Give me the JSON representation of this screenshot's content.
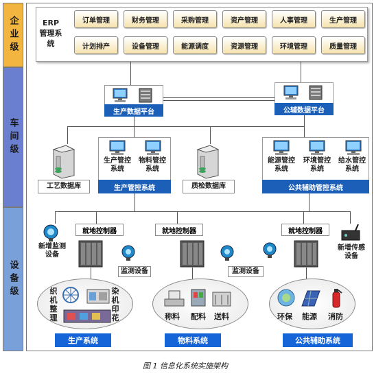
{
  "levels": {
    "enterprise": "企业级",
    "workshop": "车间级",
    "equipment": "设备级"
  },
  "level_colors": {
    "enterprise": "#f2b540",
    "workshop": "#6a7fd0",
    "equipment": "#7aa0da"
  },
  "erp": {
    "label": "ERP管理系统",
    "modules_row1": [
      "订单管理",
      "财务管理",
      "采购管理",
      "资产管理",
      "人事管理",
      "生产管理"
    ],
    "modules_row2": [
      "计划排产",
      "设备管理",
      "能源调度",
      "资源管理",
      "环境管理",
      "质量管理"
    ]
  },
  "platforms": {
    "production": "生产数据平台",
    "public_aux": "公辅数据平台"
  },
  "workshop": {
    "process_db": "工艺数据库",
    "production_control": "生产管控系统",
    "production_sub": [
      "生产管控系统",
      "物料管控系统"
    ],
    "quality_db": "质检数据库",
    "public_aux_control": "公共辅助管控系统",
    "public_aux_sub": [
      "能源管控系统",
      "环境管控系统",
      "给水管控系统"
    ]
  },
  "equipment": {
    "controller_label": "就地控制器",
    "new_monitor": "新增监测设备",
    "monitor": "监测设备",
    "new_sensor": "新增传感设备",
    "production_items": [
      "织机",
      "整理",
      "染机",
      "印花"
    ],
    "material_items": [
      "称料",
      "配料",
      "送料"
    ],
    "public_items": [
      "环保",
      "能源",
      "消防"
    ],
    "systems": [
      "生产系统",
      "物料系统",
      "公共辅助系统"
    ]
  },
  "caption": "图 1 信息化系统实施架构"
}
